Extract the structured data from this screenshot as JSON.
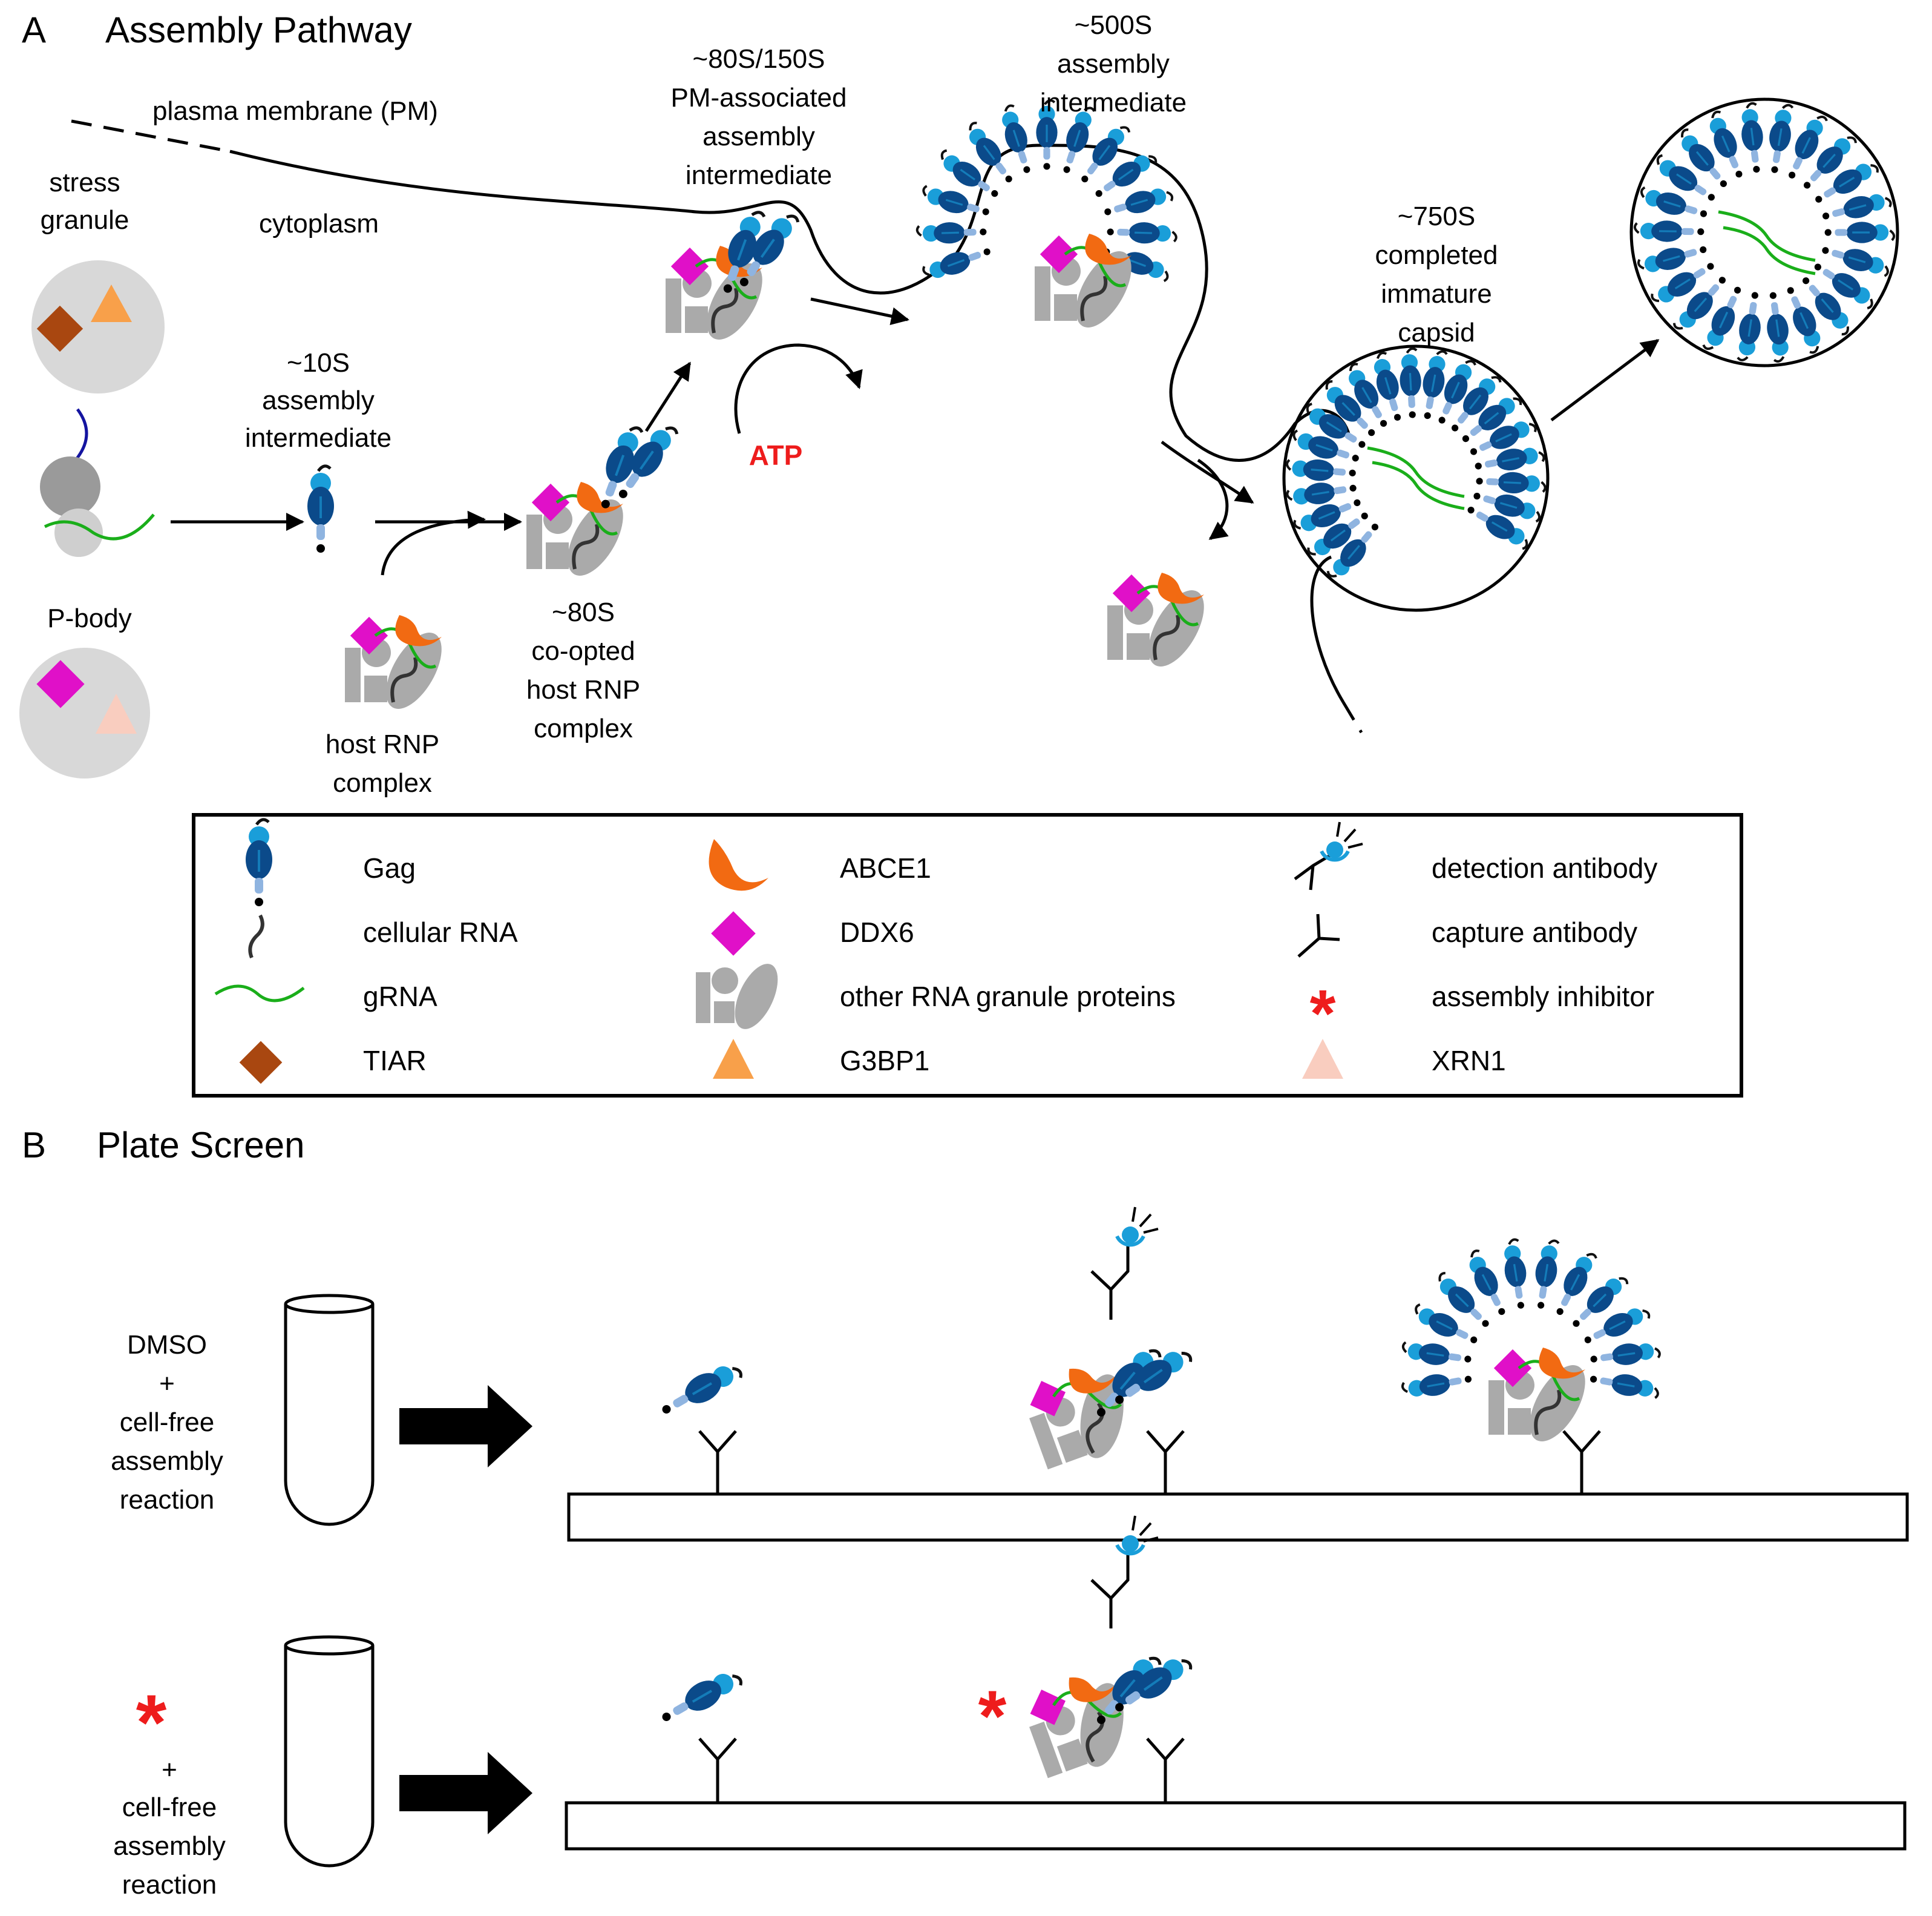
{
  "panel_a": {
    "letter": "A",
    "title": "Assembly Pathway",
    "membrane_label": "plasma membrane (PM)",
    "cytoplasm_label": "cytoplasm",
    "stress_granule_label": [
      "stress",
      "granule"
    ],
    "p_body_label": "P-body",
    "intermediate_10s": [
      "~10S",
      "assembly",
      "intermediate"
    ],
    "host_rnp": [
      "host RNP",
      "complex"
    ],
    "coopted_80s": [
      "~80S",
      "co-opted",
      "host RNP",
      "complex"
    ],
    "pm_80s_150s": [
      "~80S/150S",
      "PM-associated",
      "assembly",
      "intermediate"
    ],
    "atp_label": "ATP",
    "intermediate_500s": [
      "~500S",
      "assembly",
      "intermediate"
    ],
    "capsid_750s": [
      "~750S",
      "completed",
      "immature",
      "capsid"
    ]
  },
  "legend": {
    "items": [
      {
        "label": "Gag",
        "icon": "gag-icon"
      },
      {
        "label": "cellular RNA",
        "icon": "cellular-rna-icon"
      },
      {
        "label": "gRNA",
        "icon": "grna-icon"
      },
      {
        "label": "TIAR",
        "icon": "tiar-icon"
      },
      {
        "label": "ABCE1",
        "icon": "abce1-icon"
      },
      {
        "label": "DDX6",
        "icon": "ddx6-icon"
      },
      {
        "label": "other RNA granule proteins",
        "icon": "granule-proteins-icon"
      },
      {
        "label": "G3BP1",
        "icon": "g3bp1-icon"
      },
      {
        "label": "detection antibody",
        "icon": "detection-antibody-icon"
      },
      {
        "label": "capture antibody",
        "icon": "capture-antibody-icon"
      },
      {
        "label": "assembly inhibitor",
        "icon": "assembly-inhibitor-icon"
      },
      {
        "label": "XRN1",
        "icon": "xrn1-icon"
      }
    ]
  },
  "panel_b": {
    "letter": "B",
    "title": "Plate Screen",
    "dmso_reaction": [
      "DMSO",
      "+",
      "cell-free",
      "assembly",
      "reaction"
    ],
    "inhibitor_reaction": [
      "+",
      "cell-free",
      "assembly",
      "reaction"
    ]
  },
  "colors": {
    "gag_dark": "#0b4a8a",
    "gag_light": "#1a9ed9",
    "gag_link": "#8fb4e0",
    "abce1": "#f26a12",
    "ddx6": "#e010c8",
    "tiar": "#a94710",
    "g3bp1": "#f8a04a",
    "xrn1": "#f9cdbf",
    "granule_grey": "#aaaaaa",
    "granule_bg": "#d8d8d8",
    "grna": "#1aae1a",
    "inhibitor": "#ee1c1c"
  }
}
